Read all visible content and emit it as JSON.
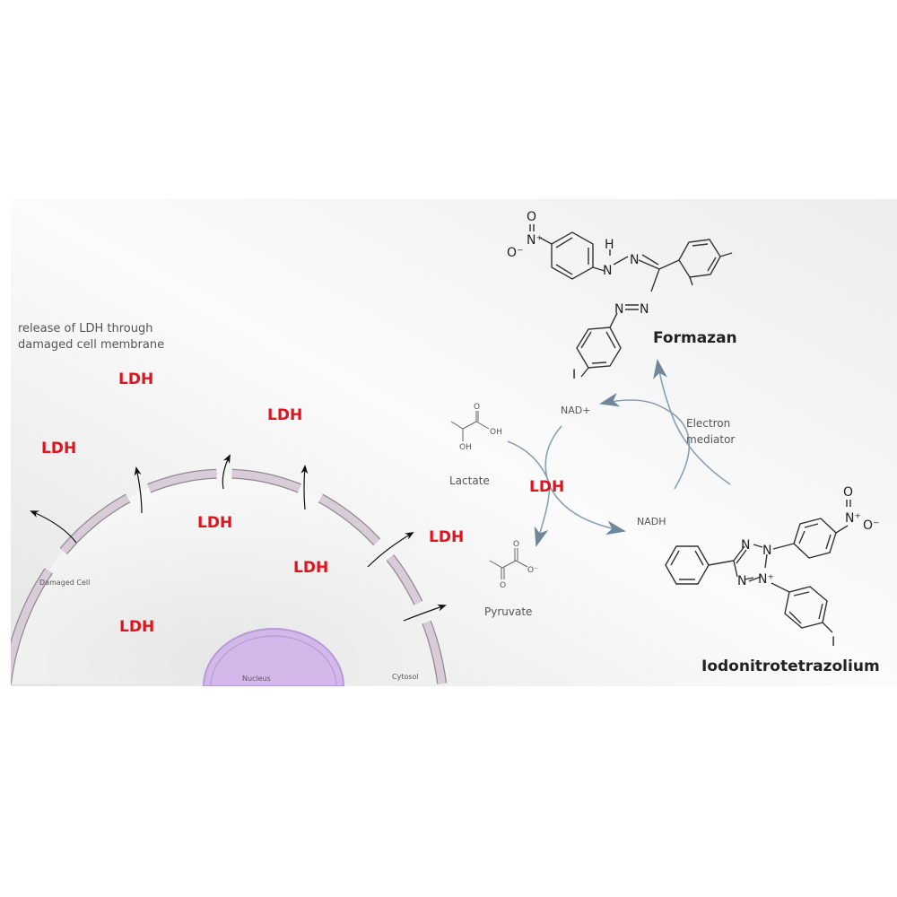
{
  "cell": {
    "caption_line1": "release of LDH through",
    "caption_line2": "damaged cell membrane",
    "damaged_cell_label": "Damaged Cell",
    "nucleus_label": "Nucleus",
    "cytosol_label": "Cytosol",
    "ldh_label": "LDH"
  },
  "reaction": {
    "lactate": "Lactate",
    "pyruvate": "Pyruvate",
    "enzyme": "LDH",
    "nad_plus": "NAD+",
    "nadh": "NADH",
    "electron_mediator_line1": "Electron",
    "electron_mediator_line2": "mediator",
    "formazan": "Formazan",
    "iodonitrotetrazolium": "Iodonitrotetrazolium"
  },
  "atoms": {
    "O": "O",
    "N": "N",
    "H": "H",
    "I": "I",
    "OH": "OH",
    "Nplus": "N⁺",
    "Ominus": "O⁻"
  },
  "colors": {
    "ldh": "#e0141e",
    "membrane": "#d8ccd8",
    "nucleus": "#d3b9ea",
    "cycle_arrow": "#8aa0b2"
  }
}
